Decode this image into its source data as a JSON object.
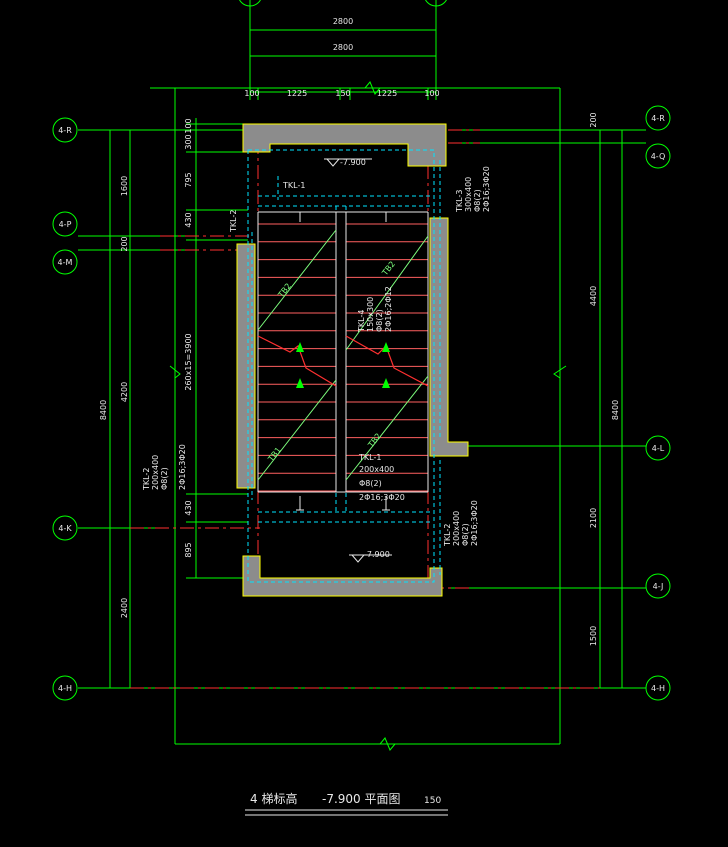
{
  "drawing": {
    "title": "4 梯标高",
    "level_title": "-7.900 平面图",
    "scale": "150"
  },
  "top_dims": {
    "overall_a": "2800",
    "overall_b": "2800",
    "segments": [
      "100",
      "1225",
      "150",
      "1225",
      "100"
    ]
  },
  "left_dims": {
    "inner": [
      "100",
      "300",
      "795",
      "430",
      "260x15=3900",
      "430",
      "895"
    ],
    "outer": [
      "1600",
      "200",
      "4200",
      "2400"
    ],
    "total": "8400"
  },
  "right_dims": {
    "outer": [
      "200",
      "4400",
      "2100",
      "1500"
    ],
    "total": "8400"
  },
  "grids": {
    "left": [
      "4-R",
      "4-P",
      "4-M",
      "4-K",
      "4-H"
    ],
    "right": [
      "4-R",
      "4-Q",
      "4-L",
      "4-J",
      "4-H"
    ]
  },
  "levels": [
    "-7.900",
    "-7.900"
  ],
  "beams": {
    "tkl1_top": "TKL-1",
    "tkl2_top": "TKL-2",
    "tkl3": [
      "TKL-3",
      "300x400",
      "Φ8(2)",
      "2Φ16;3Φ20"
    ],
    "tkl4": [
      "TKL-4",
      "150x300",
      "Φ8(2)",
      "2Φ16;2Φ12"
    ],
    "tkl1": [
      "TKL-1",
      "200x400",
      "Φ8(2)",
      "2Φ16;3Φ20"
    ],
    "tkl2_left": [
      "TKL-2",
      "200x400",
      "Φ8(2)",
      "2Φ16;3Φ20"
    ],
    "tkl2_right": [
      "TKL-2",
      "200x400",
      "Φ8(2)",
      "2Φ16;3Φ20"
    ]
  },
  "stair_labels": [
    "TB2",
    "TB2",
    "TB1",
    "TB2"
  ],
  "colors": {
    "grid": "#00ff00",
    "wall_fill": "#8c8c8c",
    "wall_edge": "#ffff00",
    "axis": "#ff3030",
    "treads": "#ff6060",
    "beam": "#00e5ff",
    "stair_diag": "#7cfc7c"
  }
}
